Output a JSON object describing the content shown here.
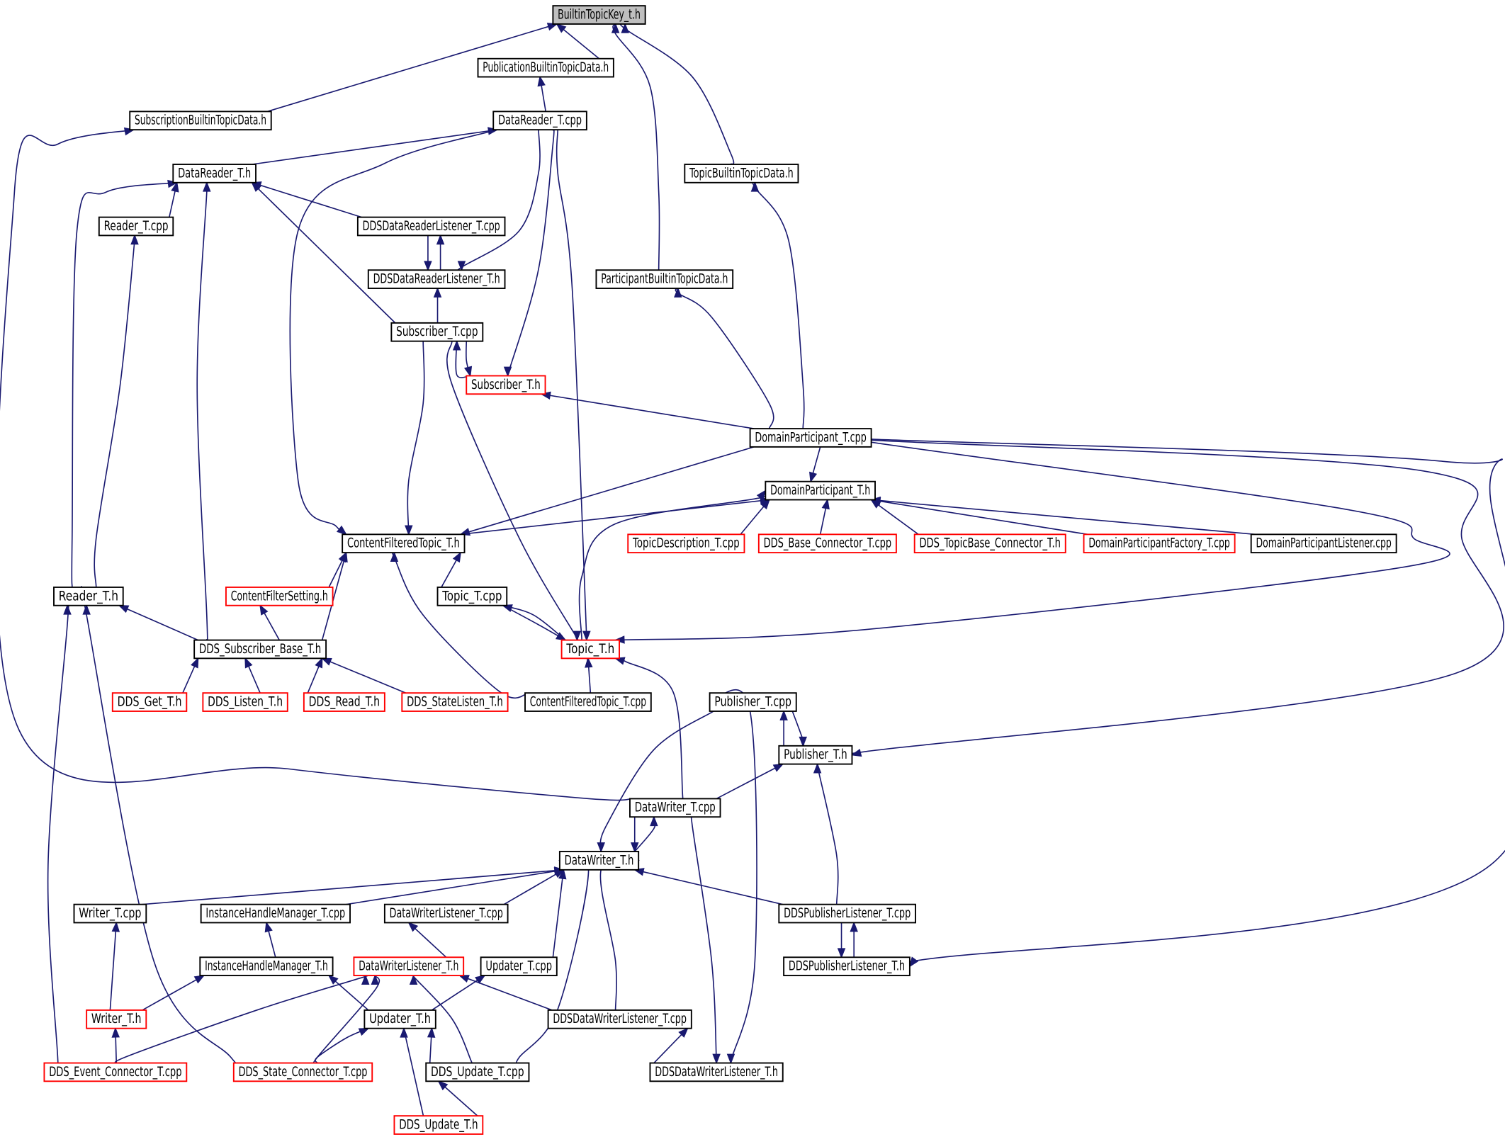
{
  "colors": {
    "edge": "#191970",
    "border_normal": "#000000",
    "border_truncated": "#ff0000",
    "root_fill": "#bfbfbf",
    "node_fill": "#ffffff"
  },
  "nodes": [
    {
      "id": "btk",
      "label": "BuiltinTopicKey_t.h",
      "style": "root"
    },
    {
      "id": "pbtd",
      "label": "PublicationBuiltinTopicData.h",
      "style": "normal"
    },
    {
      "id": "sbtd",
      "label": "SubscriptionBuiltinTopicData.h",
      "style": "normal"
    },
    {
      "id": "drcpp",
      "label": "DataReader_T.cpp",
      "style": "normal"
    },
    {
      "id": "drh",
      "label": "DataReader_T.h",
      "style": "normal"
    },
    {
      "id": "tbtd",
      "label": "TopicBuiltinTopicData.h",
      "style": "normal"
    },
    {
      "id": "readcpp",
      "label": "Reader_T.cpp",
      "style": "normal"
    },
    {
      "id": "ddsdrlcpp",
      "label": "DDSDataReaderListener_T.cpp",
      "style": "normal"
    },
    {
      "id": "ddsdrlh",
      "label": "DDSDataReaderListener_T.h",
      "style": "normal"
    },
    {
      "id": "ppbtd",
      "label": "ParticipantBuiltinTopicData.h",
      "style": "normal"
    },
    {
      "id": "subcpp",
      "label": "Subscriber_T.cpp",
      "style": "normal"
    },
    {
      "id": "subh",
      "label": "Subscriber_T.h",
      "style": "truncated"
    },
    {
      "id": "dpcpp",
      "label": "DomainParticipant_T.cpp",
      "style": "normal"
    },
    {
      "id": "dph",
      "label": "DomainParticipant_T.h",
      "style": "normal"
    },
    {
      "id": "cfth",
      "label": "ContentFilteredTopic_T.h",
      "style": "normal"
    },
    {
      "id": "tdcpp",
      "label": "TopicDescription_T.cpp",
      "style": "truncated"
    },
    {
      "id": "dbccpp",
      "label": "DDS_Base_Connector_T.cpp",
      "style": "truncated"
    },
    {
      "id": "dtbch",
      "label": "DDS_TopicBase_Connector_T.h",
      "style": "truncated"
    },
    {
      "id": "dpfcpp",
      "label": "DomainParticipantFactory_T.cpp",
      "style": "truncated"
    },
    {
      "id": "dplcpp",
      "label": "DomainParticipantListener.cpp",
      "style": "normal"
    },
    {
      "id": "readh",
      "label": "Reader_T.h",
      "style": "normal"
    },
    {
      "id": "cfsh",
      "label": "ContentFilterSetting.h",
      "style": "truncated"
    },
    {
      "id": "topcpp",
      "label": "Topic_T.cpp",
      "style": "normal"
    },
    {
      "id": "dsbh",
      "label": "DDS_Subscriber_Base_T.h",
      "style": "normal"
    },
    {
      "id": "toph",
      "label": "Topic_T.h",
      "style": "truncated"
    },
    {
      "id": "dgeth",
      "label": "DDS_Get_T.h",
      "style": "truncated"
    },
    {
      "id": "dlish",
      "label": "DDS_Listen_T.h",
      "style": "truncated"
    },
    {
      "id": "dreadh",
      "label": "DDS_Read_T.h",
      "style": "truncated"
    },
    {
      "id": "dslh",
      "label": "DDS_StateListen_T.h",
      "style": "truncated"
    },
    {
      "id": "cftcpp",
      "label": "ContentFilteredTopic_T.cpp",
      "style": "normal"
    },
    {
      "id": "pubcpp",
      "label": "Publisher_T.cpp",
      "style": "normal"
    },
    {
      "id": "pubh",
      "label": "Publisher_T.h",
      "style": "normal"
    },
    {
      "id": "dwcpp",
      "label": "DataWriter_T.cpp",
      "style": "normal"
    },
    {
      "id": "dwh",
      "label": "DataWriter_T.h",
      "style": "normal"
    },
    {
      "id": "wcpp",
      "label": "Writer_T.cpp",
      "style": "normal"
    },
    {
      "id": "ihmcpp",
      "label": "InstanceHandleManager_T.cpp",
      "style": "normal"
    },
    {
      "id": "dwlcpp",
      "label": "DataWriterListener_T.cpp",
      "style": "normal"
    },
    {
      "id": "ddsplcpp",
      "label": "DDSPublisherListener_T.cpp",
      "style": "normal"
    },
    {
      "id": "ihmh",
      "label": "InstanceHandleManager_T.h",
      "style": "normal"
    },
    {
      "id": "dwlh",
      "label": "DataWriterListener_T.h",
      "style": "truncated"
    },
    {
      "id": "updcpp",
      "label": "Updater_T.cpp",
      "style": "normal"
    },
    {
      "id": "ddsplh",
      "label": "DDSPublisherListener_T.h",
      "style": "normal"
    },
    {
      "id": "wh",
      "label": "Writer_T.h",
      "style": "truncated"
    },
    {
      "id": "updh",
      "label": "Updater_T.h",
      "style": "normal"
    },
    {
      "id": "ddsdwlcpp",
      "label": "DDSDataWriterListener_T.cpp",
      "style": "normal"
    },
    {
      "id": "decpp",
      "label": "DDS_Event_Connector_T.cpp",
      "style": "truncated"
    },
    {
      "id": "dscpp",
      "label": "DDS_State_Connector_T.cpp",
      "style": "truncated"
    },
    {
      "id": "ducpp",
      "label": "DDS_Update_T.cpp",
      "style": "normal"
    },
    {
      "id": "ddsdwlh",
      "label": "DDSDataWriterListener_T.h",
      "style": "normal"
    },
    {
      "id": "duh",
      "label": "DDS_Update_T.h",
      "style": "truncated"
    }
  ],
  "edges": [
    {
      "from": "pbtd",
      "to": "btk"
    },
    {
      "from": "sbtd",
      "to": "btk"
    },
    {
      "from": "tbtd",
      "to": "btk"
    },
    {
      "from": "ppbtd",
      "to": "btk"
    },
    {
      "from": "drcpp",
      "to": "pbtd"
    },
    {
      "from": "drh",
      "to": "drcpp"
    },
    {
      "from": "dwcpp",
      "to": "sbtd"
    },
    {
      "from": "dpcpp",
      "to": "tbtd"
    },
    {
      "from": "dpcpp",
      "to": "ppbtd"
    },
    {
      "from": "readcpp",
      "to": "drh"
    },
    {
      "from": "ddsdrlcpp",
      "to": "drh"
    },
    {
      "from": "subcpp",
      "to": "drh"
    },
    {
      "from": "readh",
      "to": "drh"
    },
    {
      "from": "dsbh",
      "to": "drh"
    },
    {
      "from": "readh",
      "to": "readcpp"
    },
    {
      "from": "ddsdrlcpp",
      "to": "ddsdrlh"
    },
    {
      "from": "ddsdrlh",
      "to": "ddsdrlcpp"
    },
    {
      "from": "drcpp",
      "to": "ddsdrlh"
    },
    {
      "from": "subcpp",
      "to": "ddsdrlh"
    },
    {
      "from": "drcpp",
      "to": "subh"
    },
    {
      "from": "subcpp",
      "to": "subh"
    },
    {
      "from": "subh",
      "to": "subcpp"
    },
    {
      "from": "dpcpp",
      "to": "subh"
    },
    {
      "from": "dpcpp",
      "to": "dph"
    },
    {
      "from": "tdcpp",
      "to": "dph"
    },
    {
      "from": "dbccpp",
      "to": "dph"
    },
    {
      "from": "dtbch",
      "to": "dph"
    },
    {
      "from": "dpfcpp",
      "to": "dph"
    },
    {
      "from": "dplcpp",
      "to": "dph"
    },
    {
      "from": "cfth",
      "to": "dph"
    },
    {
      "from": "toph",
      "to": "dph"
    },
    {
      "from": "drcpp",
      "to": "cfth"
    },
    {
      "from": "subcpp",
      "to": "cfth"
    },
    {
      "from": "dpcpp",
      "to": "cfth"
    },
    {
      "from": "cfsh",
      "to": "cfth"
    },
    {
      "from": "topcpp",
      "to": "cfth"
    },
    {
      "from": "dsbh",
      "to": "cfth"
    },
    {
      "from": "cftcpp",
      "to": "cfth"
    },
    {
      "from": "dsbh",
      "to": "cfsh"
    },
    {
      "from": "topcpp",
      "to": "toph"
    },
    {
      "from": "toph",
      "to": "topcpp"
    },
    {
      "from": "drcpp",
      "to": "toph"
    },
    {
      "from": "subcpp",
      "to": "toph"
    },
    {
      "from": "dpcpp",
      "to": "toph"
    },
    {
      "from": "cftcpp",
      "to": "toph"
    },
    {
      "from": "dwcpp",
      "to": "toph"
    },
    {
      "from": "dsbh",
      "to": "readh"
    },
    {
      "from": "dgeth",
      "to": "dsbh"
    },
    {
      "from": "dlish",
      "to": "dsbh"
    },
    {
      "from": "dreadh",
      "to": "dsbh"
    },
    {
      "from": "dslh",
      "to": "dsbh"
    },
    {
      "from": "pubcpp",
      "to": "pubh"
    },
    {
      "from": "pubh",
      "to": "pubcpp"
    },
    {
      "from": "dpcpp",
      "to": "pubh"
    },
    {
      "from": "dwcpp",
      "to": "pubh"
    },
    {
      "from": "ddsplcpp",
      "to": "pubh"
    },
    {
      "from": "pubcpp",
      "to": "dwh"
    },
    {
      "from": "dwcpp",
      "to": "dwh"
    },
    {
      "from": "dwh",
      "to": "dwcpp"
    },
    {
      "from": "wcpp",
      "to": "dwh"
    },
    {
      "from": "ihmcpp",
      "to": "dwh"
    },
    {
      "from": "dwlcpp",
      "to": "dwh"
    },
    {
      "from": "updcpp",
      "to": "dwh"
    },
    {
      "from": "ddsdwlcpp",
      "to": "dwh"
    },
    {
      "from": "ducpp",
      "to": "dwh"
    },
    {
      "from": "ddsplcpp",
      "to": "dwh"
    },
    {
      "from": "ddsplcpp",
      "to": "ddsplh"
    },
    {
      "from": "ddsplh",
      "to": "ddsplcpp"
    },
    {
      "from": "dpcpp",
      "to": "ddsplh"
    },
    {
      "from": "ihmh",
      "to": "ihmcpp"
    },
    {
      "from": "dwlh",
      "to": "dwlcpp"
    },
    {
      "from": "wh",
      "to": "wcpp"
    },
    {
      "from": "wh",
      "to": "ihmh"
    },
    {
      "from": "updh",
      "to": "ihmh"
    },
    {
      "from": "updh",
      "to": "updcpp"
    },
    {
      "from": "decpp",
      "to": "dwlh"
    },
    {
      "from": "dscpp",
      "to": "dwlh"
    },
    {
      "from": "ducpp",
      "to": "dwlh"
    },
    {
      "from": "ddsdwlcpp",
      "to": "dwlh"
    },
    {
      "from": "decpp",
      "to": "wh"
    },
    {
      "from": "decpp",
      "to": "readh"
    },
    {
      "from": "dscpp",
      "to": "readh"
    },
    {
      "from": "dscpp",
      "to": "updh"
    },
    {
      "from": "ducpp",
      "to": "updh"
    },
    {
      "from": "duh",
      "to": "updh"
    },
    {
      "from": "duh",
      "to": "ducpp"
    },
    {
      "from": "ddsdwlh",
      "to": "ddsdwlcpp"
    },
    {
      "from": "dwcpp",
      "to": "ddsdwlh"
    },
    {
      "from": "pubcpp",
      "to": "ddsdwlh"
    }
  ]
}
